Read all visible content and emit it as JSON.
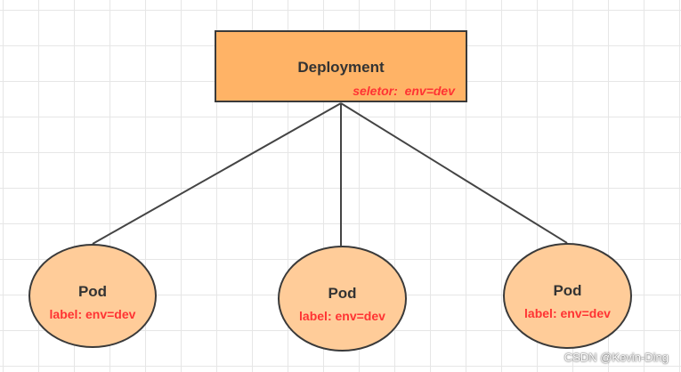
{
  "deployment": {
    "title": "Deployment",
    "selector": "seletor:  env=dev"
  },
  "pods": [
    {
      "title": "Pod",
      "label": "label: env=dev"
    },
    {
      "title": "Pod",
      "label": "label: env=dev"
    },
    {
      "title": "Pod",
      "label": "label: env=dev"
    }
  ],
  "watermark": "CSDN @Kevin-Ding",
  "colors": {
    "deployment_fill": "#ffb366",
    "pod_fill": "#ffcc99",
    "outline": "#3a3a3a",
    "connector": "#444444",
    "accent_text": "#ff3333",
    "grid": "#e6e6e6"
  }
}
